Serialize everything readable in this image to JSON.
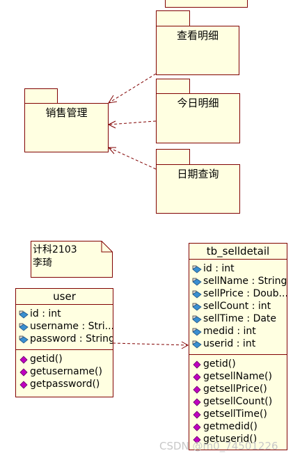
{
  "packages": {
    "top_partial": {
      "label": ""
    },
    "view_detail": {
      "label": "查看明细"
    },
    "sales_mgmt": {
      "label": "销售管理"
    },
    "today_detail": {
      "label": "今日明细"
    },
    "date_query": {
      "label": "日期查询"
    }
  },
  "note": {
    "line1": "计科2103",
    "line2": "李琦"
  },
  "user_class": {
    "name": "user",
    "attributes": [
      {
        "text": "id : int",
        "icon": "attribute-icon"
      },
      {
        "text": "username : Stri...",
        "icon": "attribute-icon"
      },
      {
        "text": "password : String",
        "icon": "attribute-icon"
      }
    ],
    "operations": [
      {
        "text": "getid()",
        "icon": "operation-icon"
      },
      {
        "text": "getusername()",
        "icon": "operation-icon"
      },
      {
        "text": "getpassword()",
        "icon": "operation-icon"
      }
    ]
  },
  "selldetail_class": {
    "name": "tb_selldetail",
    "attributes": [
      {
        "text": "id : int",
        "icon": "attribute-icon"
      },
      {
        "text": "sellName : String",
        "icon": "attribute-icon"
      },
      {
        "text": "sellPrice : Doub...",
        "icon": "attribute-icon"
      },
      {
        "text": "sellCount : int",
        "icon": "attribute-icon"
      },
      {
        "text": "sellTime : Date",
        "icon": "attribute-icon"
      },
      {
        "text": "medid : int",
        "icon": "attribute-icon"
      },
      {
        "text": "userid : int",
        "icon": "attribute-icon"
      }
    ],
    "operations": [
      {
        "text": "getid()",
        "icon": "operation-icon"
      },
      {
        "text": "getsellName()",
        "icon": "operation-icon"
      },
      {
        "text": "getsellPrice()",
        "icon": "operation-icon"
      },
      {
        "text": "getsellCount()",
        "icon": "operation-icon"
      },
      {
        "text": "getsellTime()",
        "icon": "operation-icon"
      },
      {
        "text": "getmedid()",
        "icon": "operation-icon"
      },
      {
        "text": "getuserid()",
        "icon": "operation-icon"
      }
    ]
  },
  "watermark": "CSDN @m0_74501226",
  "colors": {
    "fill": "#ffffe1",
    "border": "#800000",
    "arrow": "#800000",
    "operation": "#c000c0",
    "attribute": "#0070c0"
  }
}
